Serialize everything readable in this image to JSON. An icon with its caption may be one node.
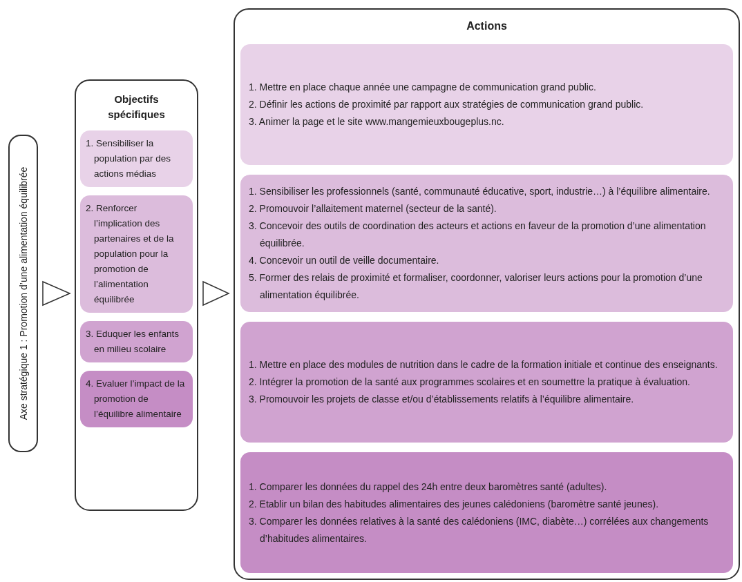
{
  "diagram": {
    "nodes": [
      {
        "text": [
          "Axe stratégique 1 : Promotion d’une alimentation équilibrée"
        ]
      },
      {
        "text": [
          "Objectifs spécifiques"
        ]
      },
      {
        "text": [
          "1. Sensibiliser la population par des actions médias"
        ],
        "in": 1
      },
      {
        "text": [
          "2. Renforcer l’implication des partenaires et de la population pour la promotion de l’alimentation équilibrée"
        ],
        "in": 1
      },
      {
        "text": [
          "3. Eduquer les enfants en milieu scolaire"
        ],
        "in": 1
      },
      {
        "text": [
          "4. Evaluer l’impact de la promotion de l’équilibre alimentaire"
        ],
        "in": 1
      },
      {
        "text": [
          "Actions"
        ]
      },
      {
        "text": [
          "1. Mettre en place chaque année une campagne de communication grand public.",
          "2. Définir les actions de proximité par rapport aux stratégies de communication grand public.",
          "3. Animer la page et le site www.mangemieuxbougeplus.nc."
        ],
        "in": 6
      },
      {
        "text": [
          "1. Sensibiliser les professionnels (santé, communauté éducative, sport, industrie…) à l’équilibre alimentaire.",
          "2. Promouvoir l’allaitement maternel (secteur de la santé).",
          "3. Concevoir des outils de coordination des acteurs et actions en faveur de la promotion d’une alimentation équilibrée.",
          "4. Concevoir un outil de veille documentaire.",
          "5. Former des relais de proximité et formaliser, coordonner, valoriser leurs actions pour la promotion d’une alimentation équilibrée."
        ],
        "in": 6
      },
      {
        "text": [
          "1. Mettre en place des modules de nutrition dans le cadre de la formation initiale et continue des enseignants.",
          "2. Intégrer la promotion de la santé aux programmes scolaires et en soumettre la pratique à évaluation.",
          "3. Promouvoir les projets de classe et/ou d’établissements relatifs à l’équilibre alimentaire."
        ],
        "in": 6
      },
      {
        "text": [
          "1. Comparer les données du rappel des 24h entre deux baromètres santé (adultes).",
          "2. Etablir un bilan des habitudes alimentaires des jeunes calédoniens (baromètre santé jeunes).",
          "3. Comparer les données relatives à la santé des calédoniens (IMC,  diabète…) corrélées aux changements d’habitudes alimentaires."
        ],
        "in": 6
      }
    ],
    "edges": [
      {
        "from": 0,
        "to": 1,
        "arrow": "to"
      },
      {
        "from": 1,
        "to": 6,
        "arrow": "to"
      }
    ]
  }
}
